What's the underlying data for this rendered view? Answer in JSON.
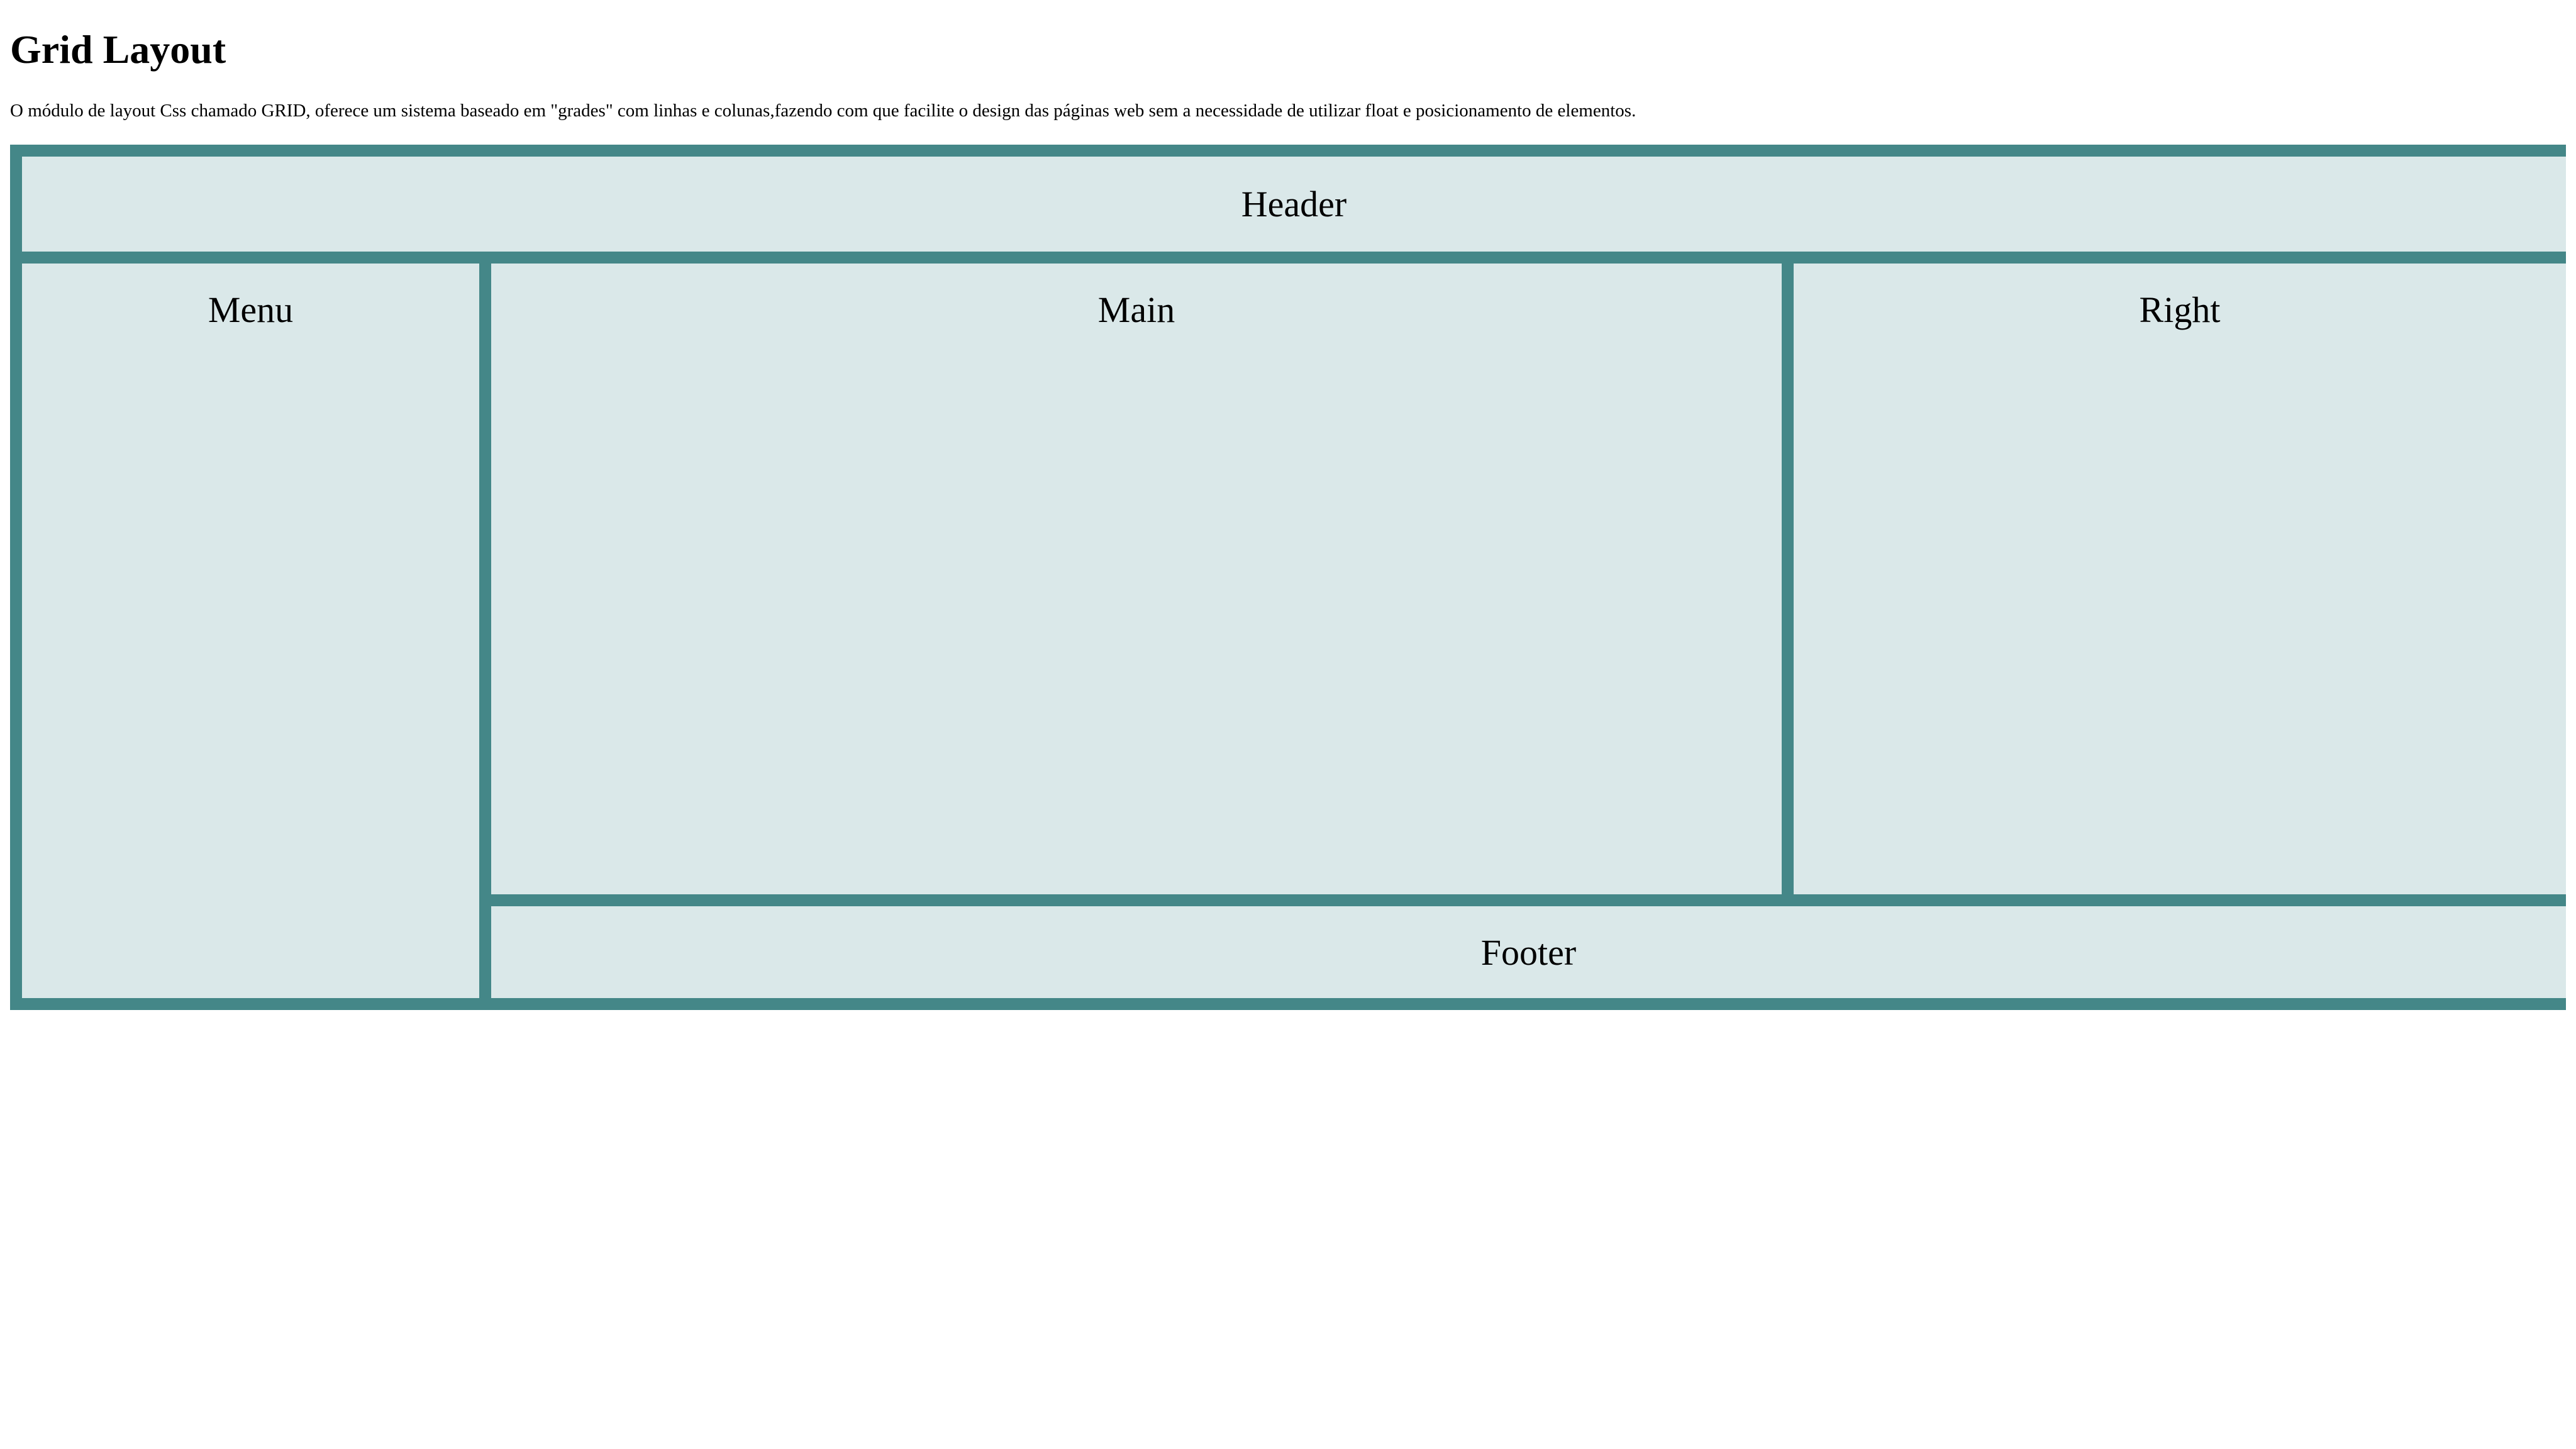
{
  "page": {
    "title": "Grid Layout",
    "description": "O módulo de layout Css chamado GRID, oferece um sistema baseado em \"grades\" com linhas e colunas,fazendo com que facilite o design das páginas web sem a necessidade de utilizar float e posicionamento de elementos."
  },
  "grid": {
    "header": "Header",
    "menu": "Menu",
    "main": "Main",
    "right": "Right",
    "footer": "Footer"
  },
  "colors": {
    "grid_border": "#448788",
    "cell_background": "#dae8e9",
    "text": "#000000",
    "page_background": "#ffffff"
  }
}
